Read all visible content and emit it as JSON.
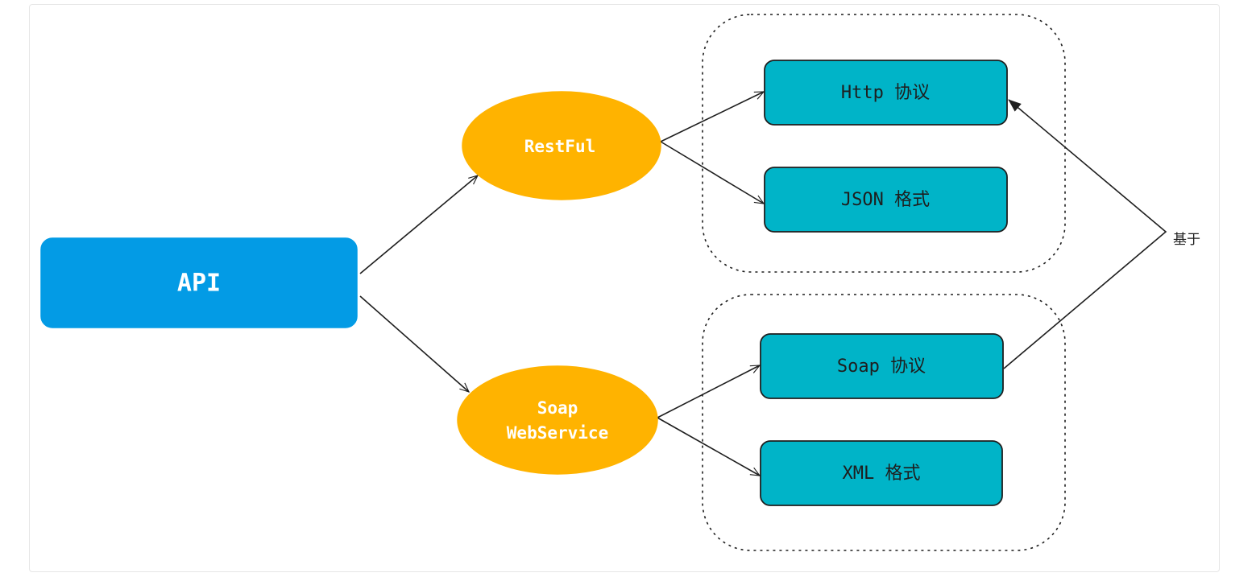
{
  "nodes": {
    "api": "API",
    "restful": "RestFul",
    "soap_webservice_line1": "Soap",
    "soap_webservice_line2": "WebService",
    "http_protocol": "Http 协议",
    "json_format": "JSON 格式",
    "soap_protocol": "Soap 协议",
    "xml_format": "XML 格式"
  },
  "edges": {
    "based_on_label": "基于"
  },
  "colors": {
    "api_fill": "#039be5",
    "ellipse_fill": "#ffb300",
    "box_fill": "#00b4c8",
    "stroke": "#1e1e1e"
  }
}
